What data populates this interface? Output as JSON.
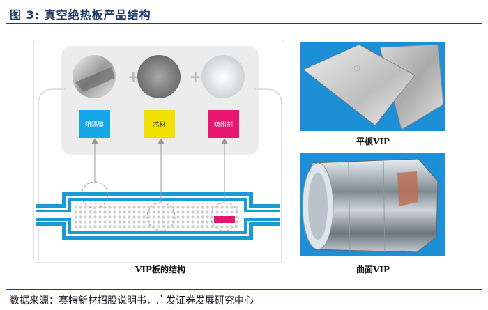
{
  "figure": {
    "title": "图 3:  真空绝热板产品结构"
  },
  "diagram": {
    "caption": "VIP板的结构",
    "components": [
      {
        "label": "阻隔膜",
        "color": "#17a6e8",
        "icon": "barrier-film-photo"
      },
      {
        "label": "芯材",
        "color": "#f2e000",
        "icon": "core-material-photo"
      },
      {
        "label": "吸附剂",
        "color": "#e8166f",
        "icon": "adsorbent-powder-photo"
      }
    ],
    "operator": "+"
  },
  "photos": [
    {
      "caption": "平板VIP",
      "icon": "flat-vip-photo"
    },
    {
      "caption": "曲面VIP",
      "icon": "curved-vip-photo"
    }
  ],
  "source": "数据来源：赛特新材招股说明书，广发证券发展研究中心",
  "colors": {
    "title": "#1f3a6b",
    "film_blue": "#1b9ad6",
    "dot_grey": "#c8c8c8"
  }
}
